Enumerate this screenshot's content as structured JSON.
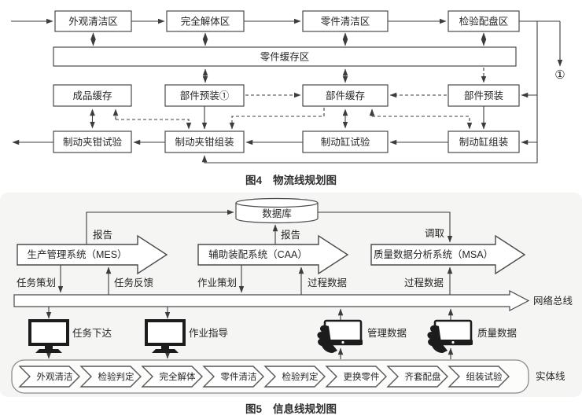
{
  "fig4": {
    "caption": {
      "label": "图4",
      "title": "物流线规划图"
    },
    "row1": [
      "外观清洁区",
      "完全解体区",
      "零件清洁区",
      "检验配盘区"
    ],
    "buffer_label": "零件缓存区",
    "row3": [
      "成品缓存",
      "部件预装①",
      "部件缓存",
      "部件预装"
    ],
    "row4": [
      "制动夹钳试验",
      "制动夹钳组装",
      "制动缸试验",
      "制动缸组装"
    ],
    "offpage_connector": "①"
  },
  "fig5": {
    "caption": {
      "label": "图5",
      "title": "信息线规划图"
    },
    "database_label": "数据库",
    "systems": [
      "生产管理系统（MES）",
      "辅助装配系统（CAA）",
      "质量数据分析系统（MSA）"
    ],
    "labels": {
      "report_mes": "报告",
      "report_caa": "报告",
      "retrieve": "调取",
      "task_plan": "任务策划",
      "task_feedback": "任务反馈",
      "job_plan": "作业策划",
      "process_data_caa": "过程数据",
      "process_data_msa": "过程数据",
      "bus": "网络总线",
      "entity_line": "实体线"
    },
    "terminals": [
      "任务下达",
      "作业指导",
      "管理数据",
      "质量数据"
    ],
    "steps": [
      "外观清洁",
      "检验判定",
      "完全解体",
      "零件清洁",
      "检验判定",
      "更换零件",
      "齐套配盘",
      "组装试验"
    ]
  },
  "colors": {
    "line": "#3d3d3d",
    "panel_bg": "#f5f5f4",
    "icon": "#1c1c1c"
  }
}
